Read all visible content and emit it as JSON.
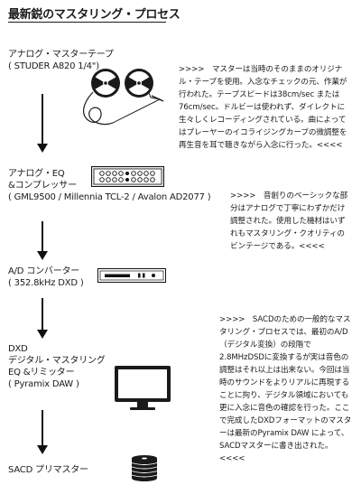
{
  "title": "最新鋭のマスタリング・プロセス",
  "stages": [
    {
      "line1": "アナログ・マスターテープ",
      "line2": "( STUDER A820 1/4\")"
    },
    {
      "line1": "アナログ・EQ",
      "line2": "&コンプレッサー",
      "line3": "( GML9500 / Millennia TCL-2 / Avalon AD2077 )"
    },
    {
      "line1": "A/D コンバーター",
      "line2": "( 352.8kHz DXD )"
    },
    {
      "line1": "DXD",
      "line2": "デジタル・マスタリング",
      "line3": "EQ &リミッター",
      "line4": "( Pyramix DAW )"
    },
    {
      "line1": "SACD プリマスター"
    }
  ],
  "notes": [
    ">>>>　マスターは当時のそのままのオリジナル・テープを使用。入念なチェックの元、作業が行われた。テープスピードは38cm/sec または76cm/sec。ドルビーは使われず、ダイレクトに生々しくレコーディングされている。曲によってはプレーヤーのイコライジングカーブの微調整を再生音を耳で聴きながら入念に行った。<<<<",
    ">>>>　音創りのベーシックな部分はアナログで丁寧にわずかだけ調整された。使用した機材はいずれもマスタリング・クオリティのビンテージである。<<<<",
    ">>>>　SACDのための一般的なマスタリング・プロセスでは、最初のA/D（デジタル変換）の段階で2.8MHzDSDに変換するが実は音色の調整はそれ以上は出来ない。今回は当時のサウンドをよりリアルに再現することに拘り、デジタル領域においても更に入念に音色の確認を行った。ここで完成したDXDフォーマットのマスターは最新のPyramix DAW によって、SACDマスターに書き出された。 <<<<"
  ],
  "icons": [
    "tape-reel-icon",
    "eq-unit-icon",
    "converter-icon",
    "monitor-icon",
    "disc-stack-icon"
  ]
}
